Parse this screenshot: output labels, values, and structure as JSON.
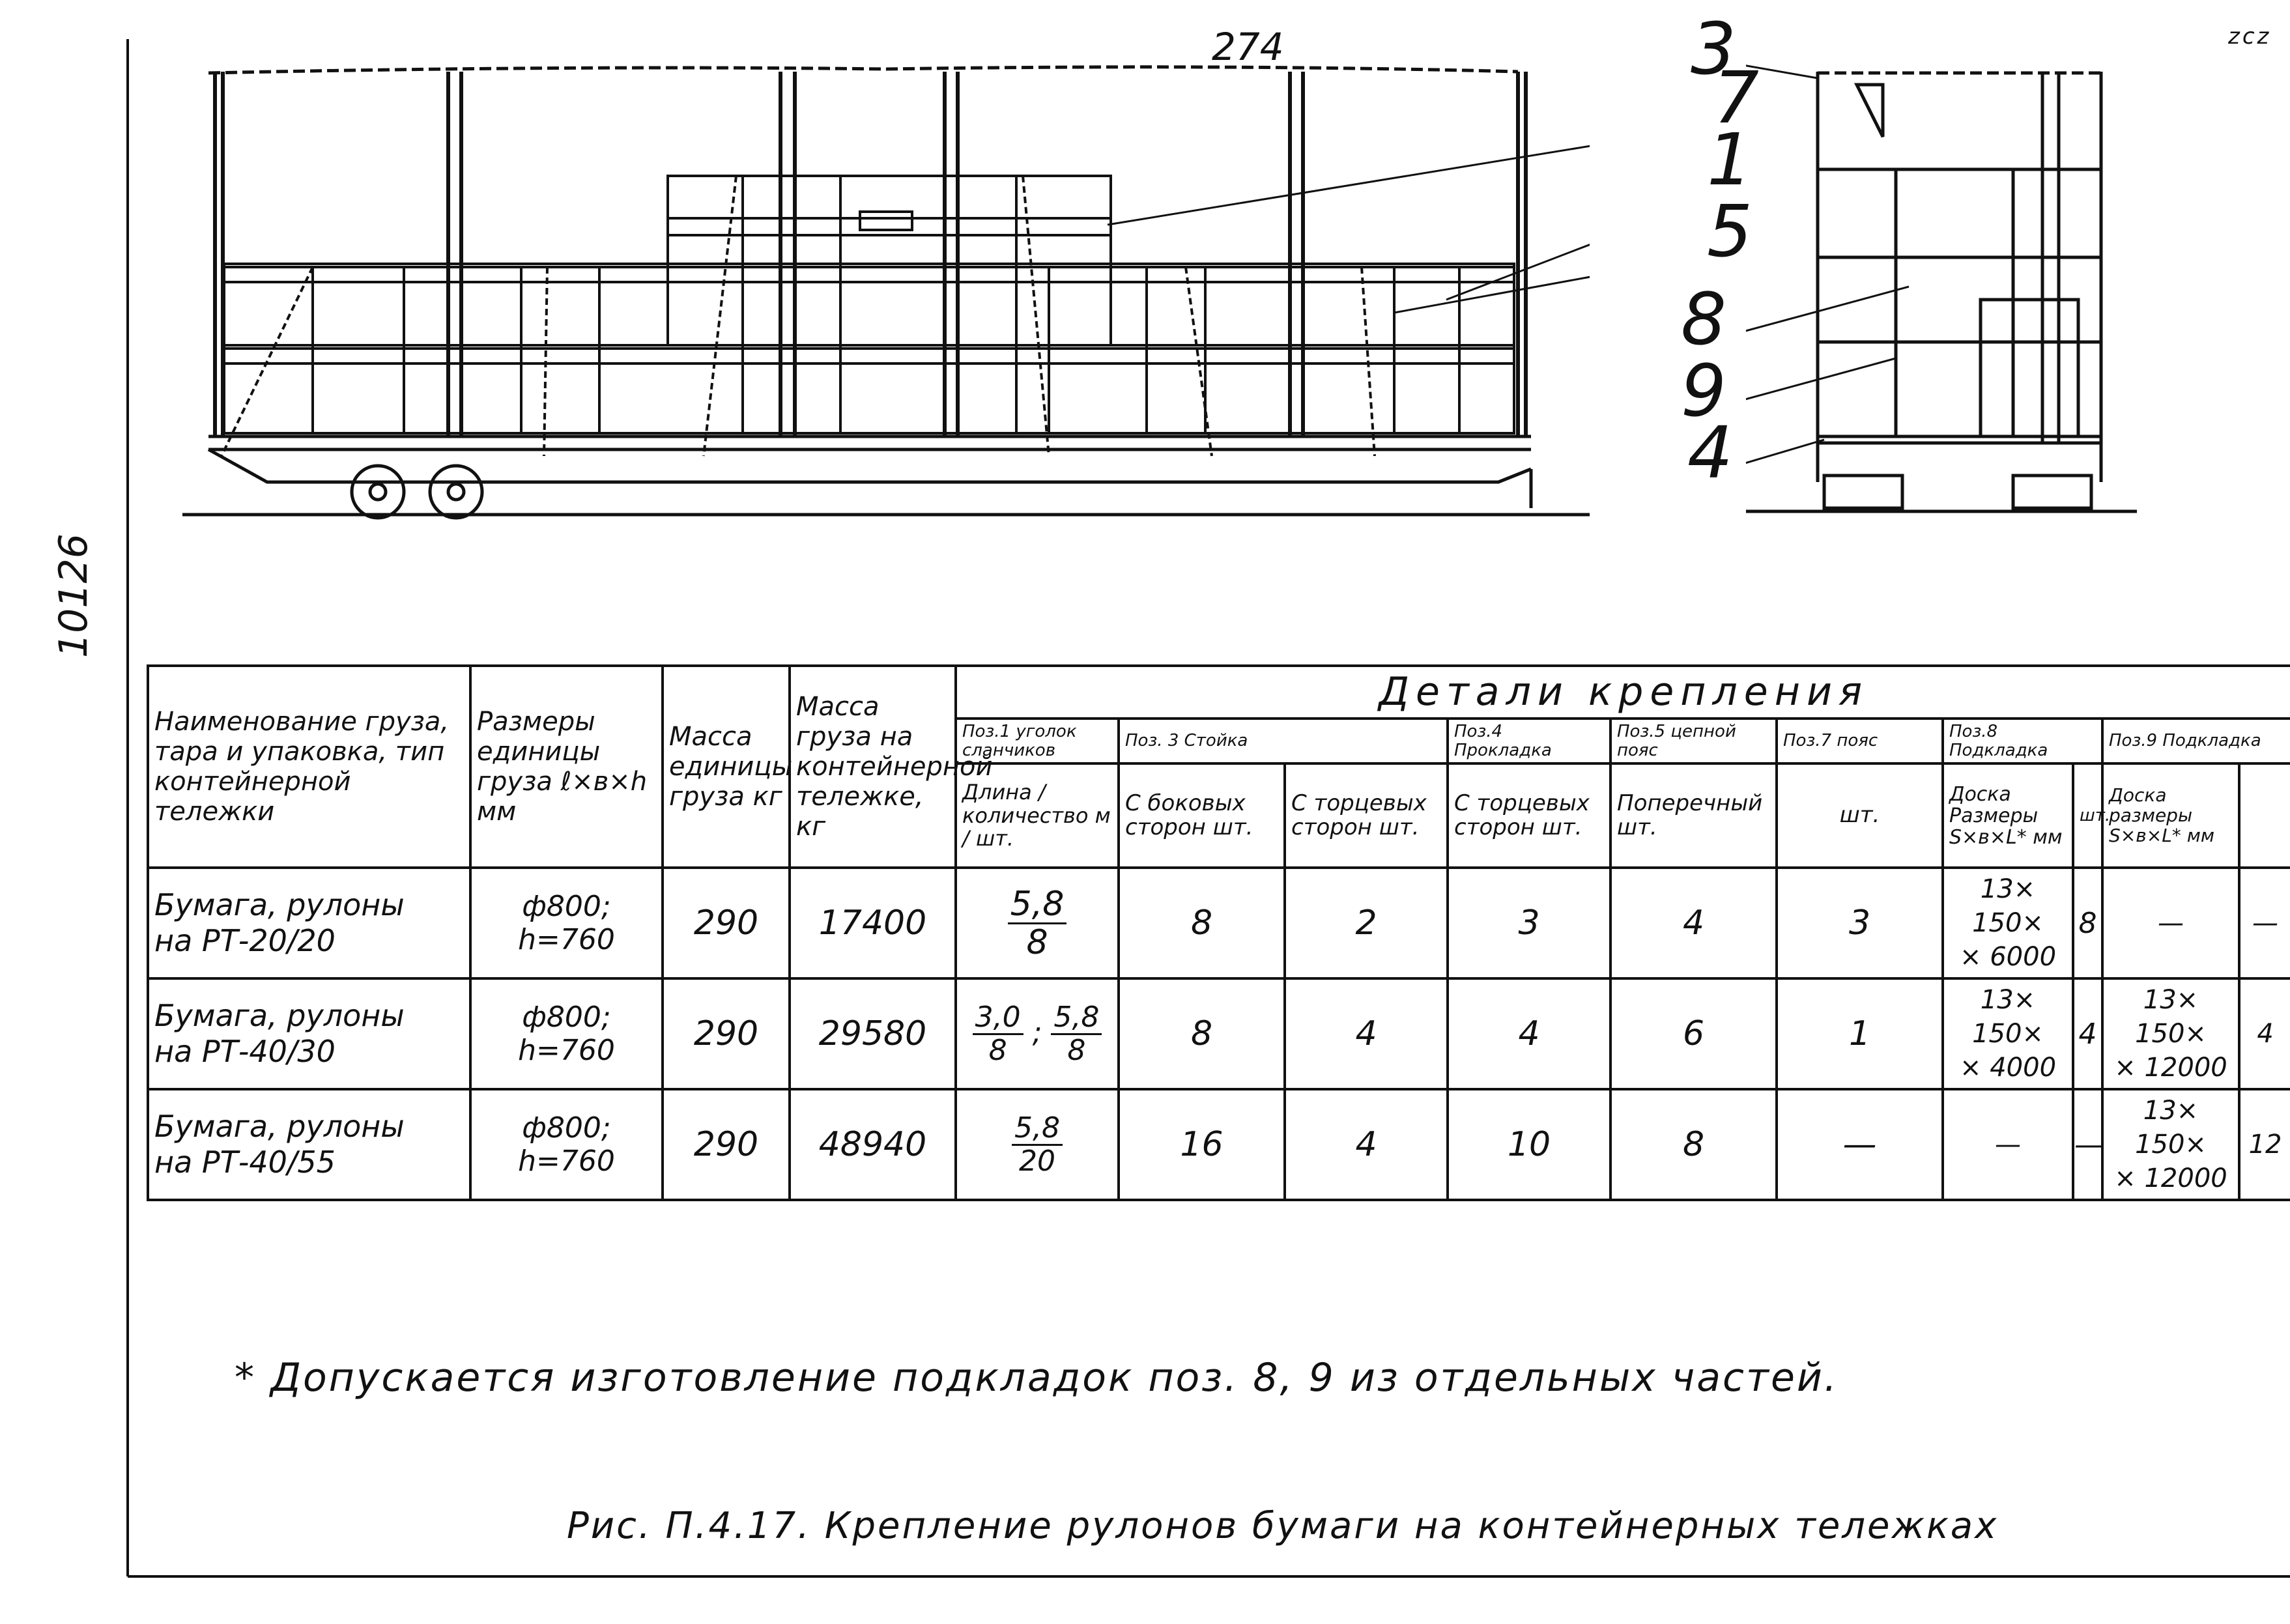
{
  "drawing": {
    "ref_number": "274",
    "corner_mark": "zcz",
    "side_number": "10126",
    "callouts": [
      "3",
      "7",
      "1",
      "5",
      "8",
      "9",
      "4"
    ]
  },
  "table": {
    "group_header": "Детали крепления",
    "col_headers": {
      "name": "Наименование груза, тара и упаковка, тип контейнерной тележки",
      "size": "Размеры единицы груза ℓ×в×h мм",
      "unit_mass": "Масса единицы груза кг",
      "load_mass": "Масса груза на контейнерной тележке, кг"
    },
    "pos_headers": {
      "pos1": "Поз.1 уголок сланчиков",
      "pos3": "Поз. 3 Стойка",
      "pos4": "Поз.4 Прокладка",
      "pos5": "Поз.5 цепной пояс",
      "pos7": "Поз.7 пояс",
      "pos8": "Поз.8 Подкладка",
      "pos9": "Поз.9 Подкладка"
    },
    "sub_headers": {
      "pos1": "Длина / количество м / шт.",
      "pos3_side": "С боковых сторон шт.",
      "pos3_end": "С торцевых сторон шт.",
      "pos4": "С торцевых сторон шт.",
      "pos5": "Поперечный шт.",
      "pos7": "шт.",
      "pos8": "Доска Размеры S×в×L* мм",
      "pos8_qty": "шт.",
      "pos9": "Доска размеры S×в×L* мм",
      "pos9_qty": ""
    },
    "rows": [
      {
        "name_line1": "Бумага, рулоны",
        "name_line2": "на РТ-20/20",
        "size": "ф800; h=760",
        "unit_mass": "290",
        "load_mass": "17400",
        "pos1_num": "5,8",
        "pos1_den": "8",
        "pos1_num2": "",
        "pos1_den2": "",
        "pos3_side": "8",
        "pos3_end": "2",
        "pos4": "3",
        "pos5": "4",
        "pos7": "3",
        "pos8_size_l1": "13× 150×",
        "pos8_size_l2": "× 6000",
        "pos8_qty": "8",
        "pos9_size_l1": "—",
        "pos9_size_l2": "",
        "pos9_qty": "—"
      },
      {
        "name_line1": "Бумага, рулоны",
        "name_line2": "на РТ-40/30",
        "size": "ф800; h=760",
        "unit_mass": "290",
        "load_mass": "29580",
        "pos1_num": "3,0",
        "pos1_den": "8",
        "pos1_num2": "5,8",
        "pos1_den2": "8",
        "pos3_side": "8",
        "pos3_end": "4",
        "pos4": "4",
        "pos5": "6",
        "pos7": "1",
        "pos8_size_l1": "13× 150×",
        "pos8_size_l2": "× 4000",
        "pos8_qty": "4",
        "pos9_size_l1": "13× 150×",
        "pos9_size_l2": "× 12000",
        "pos9_qty": "4"
      },
      {
        "name_line1": "Бумага, рулоны",
        "name_line2": "на РТ-40/55",
        "size": "ф800; h=760",
        "unit_mass": "290",
        "load_mass": "48940",
        "pos1_num": "5,8",
        "pos1_den": "20",
        "pos1_num2": "",
        "pos1_den2": "",
        "pos3_side": "16",
        "pos3_end": "4",
        "pos4": "10",
        "pos5": "8",
        "pos7": "—",
        "pos8_size_l1": "—",
        "pos8_size_l2": "",
        "pos8_qty": "—",
        "pos9_size_l1": "13× 150×",
        "pos9_size_l2": "× 12000",
        "pos9_qty": "12"
      }
    ]
  },
  "footnote": "* Допускается изготовление подкладок поз. 8, 9 из отдельных частей.",
  "caption": "Рис. П.4.17. Крепление рулонов бумаги на контейнерных тележках"
}
